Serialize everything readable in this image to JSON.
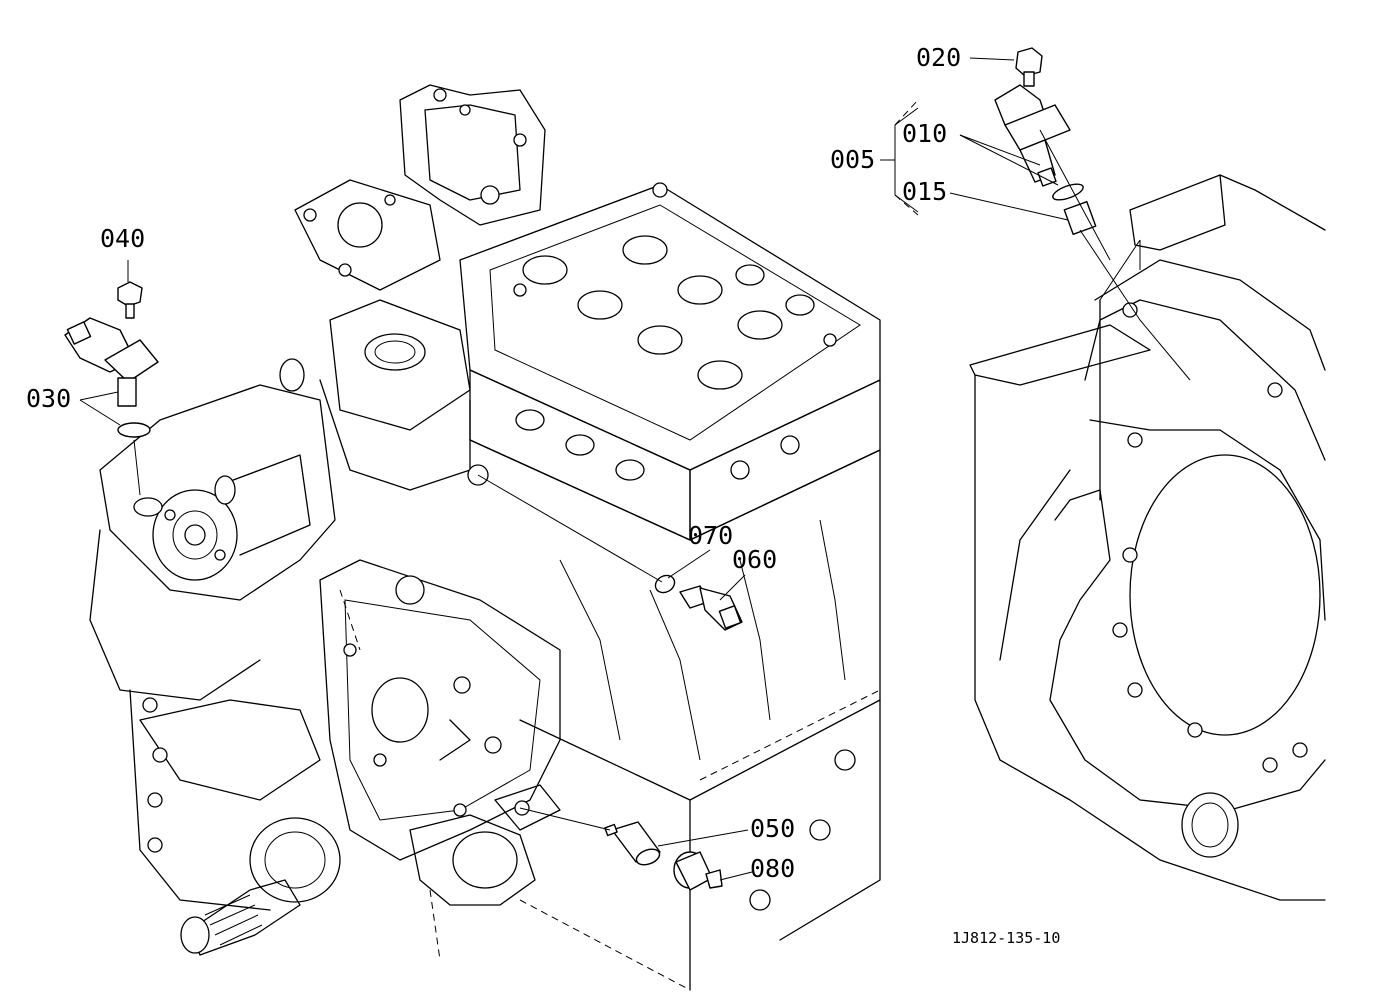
{
  "callouts": {
    "p005": "005",
    "p010": "010",
    "p015": "015",
    "p020": "020",
    "p030": "030",
    "p040": "040",
    "p050": "050",
    "p060": "060",
    "p070": "070",
    "p080": "080"
  },
  "drawing_ref": "1J812-135-10",
  "colors": {
    "ink": "#000000",
    "paper": "#ffffff"
  }
}
